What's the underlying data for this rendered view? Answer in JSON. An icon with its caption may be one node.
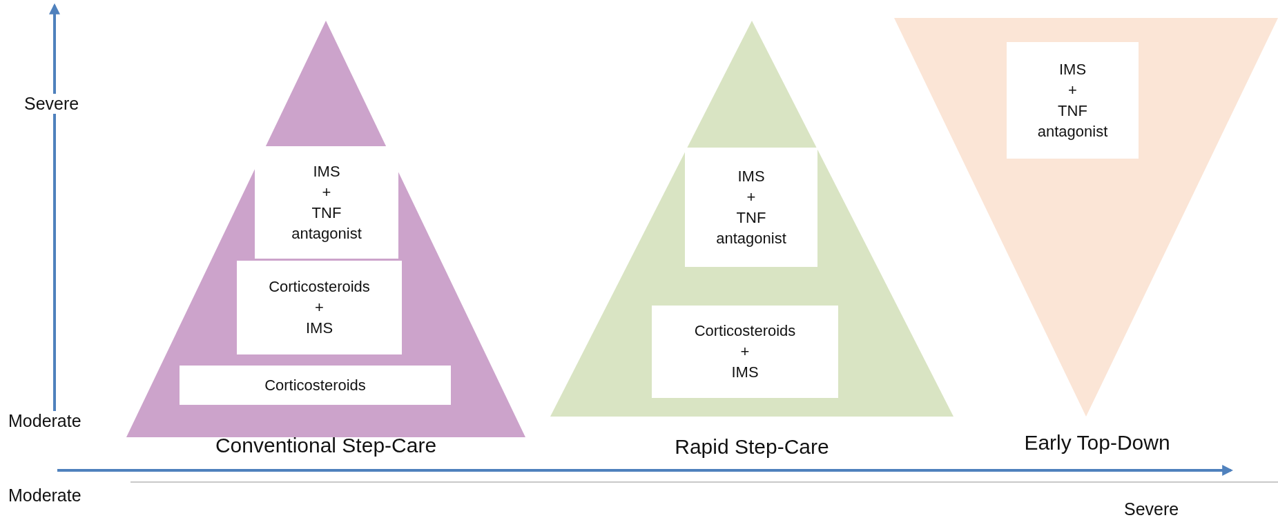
{
  "diagram": {
    "nodes": [
      {
        "text": [
          "Conventional Step-Care"
        ]
      },
      {
        "text": [
          "IMS + TNF antagonist"
        ],
        "in": 0
      },
      {
        "text": [
          "Corticosteroids + IMS"
        ],
        "in": 0
      },
      {
        "text": [
          "Corticosteroids"
        ],
        "in": 0
      },
      {
        "text": [
          "Rapid Step-Care"
        ]
      },
      {
        "text": [
          "IMS + TNF antagonist"
        ],
        "in": 4
      },
      {
        "text": [
          "Corticosteroids + IMS"
        ],
        "in": 4
      },
      {
        "text": [
          "Early Top-Down"
        ]
      },
      {
        "text": [
          "IMS + TNF antagonist"
        ],
        "in": 7
      }
    ],
    "labels": [
      "Severe",
      "Moderate",
      "Moderate",
      "Severe"
    ]
  }
}
